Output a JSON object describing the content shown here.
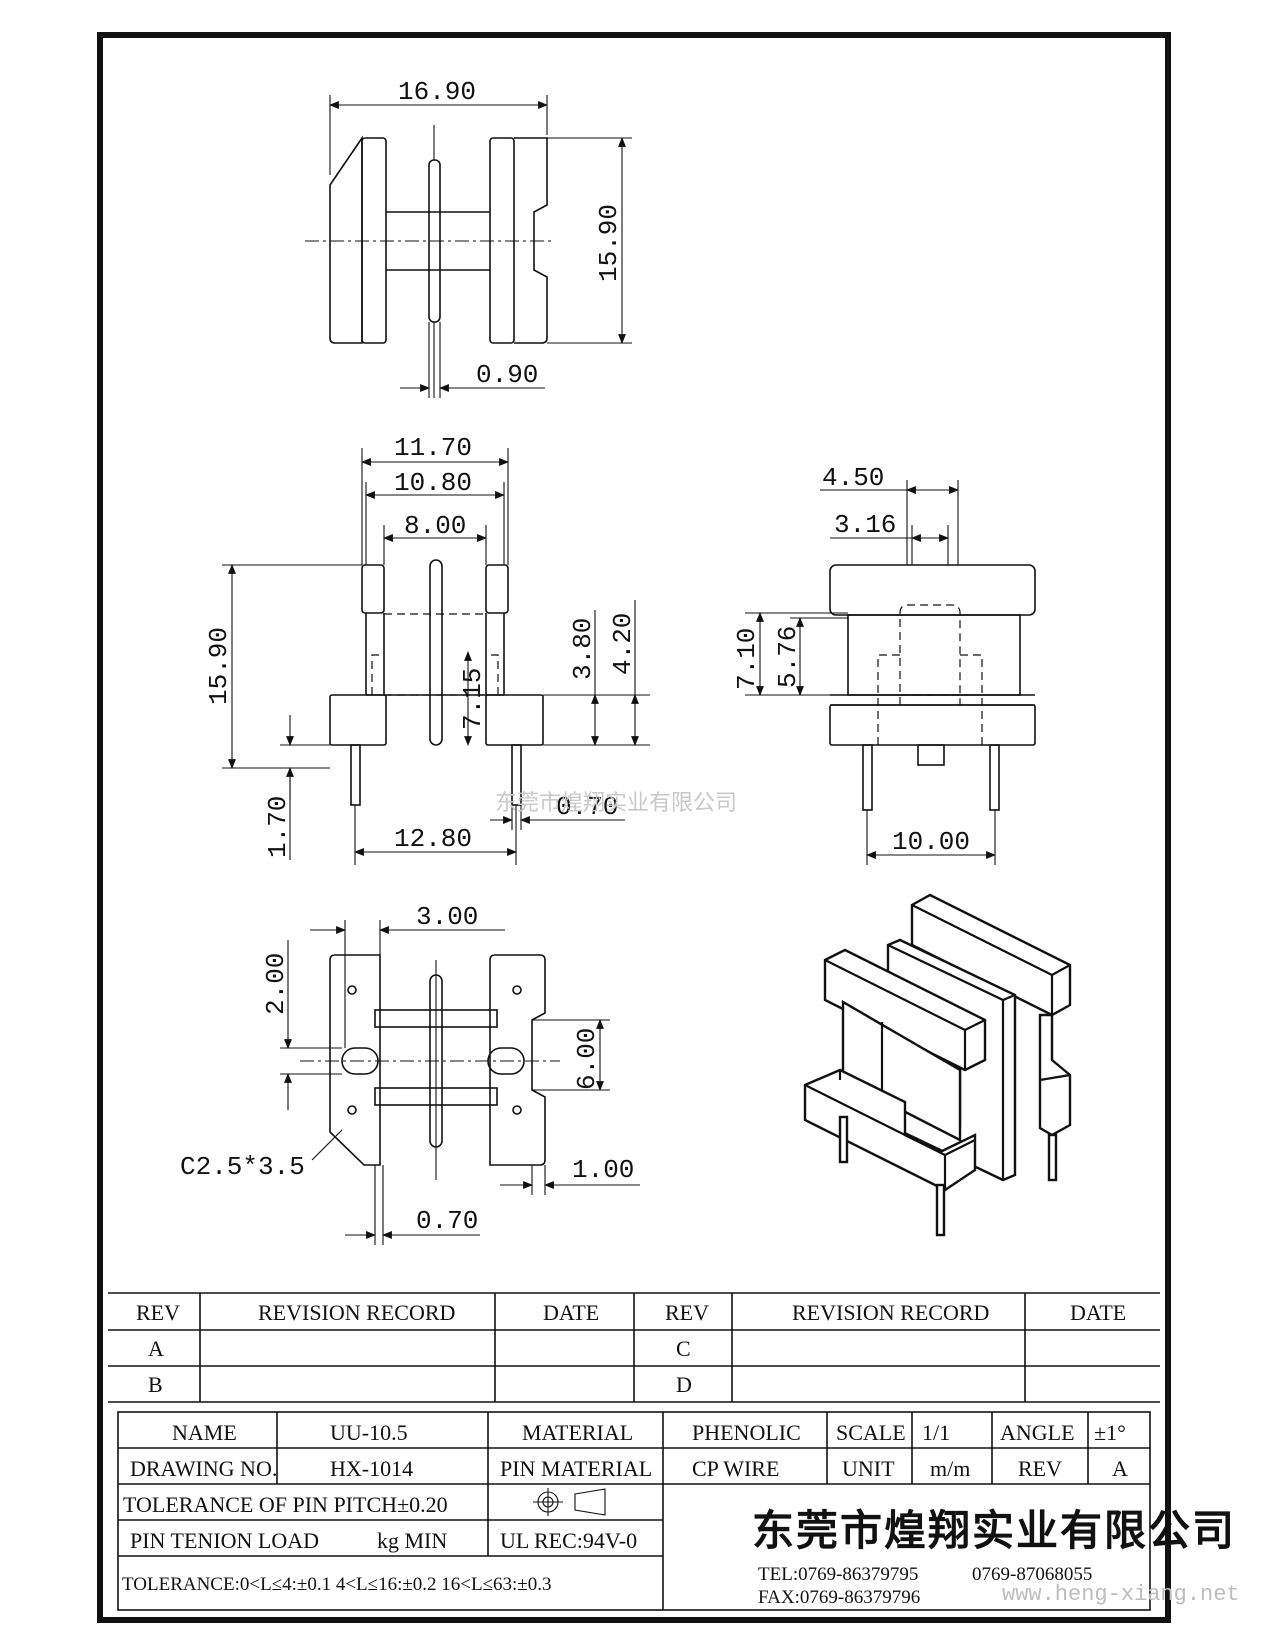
{
  "dimensions": {
    "top_width": "16.90",
    "top_height": "15.90",
    "top_pin": "0.90",
    "front_w1": "11.70",
    "front_w2": "10.80",
    "front_w3": "8.00",
    "front_height": "15.90",
    "front_h380": "3.80",
    "front_h420": "4.20",
    "front_h715": "7.15",
    "front_pin_len": "1.70",
    "front_pin_span": "12.80",
    "front_pin_w": "0.70",
    "side_450": "4.50",
    "side_316": "3.16",
    "side_710": "7.10",
    "side_576": "5.76",
    "side_pin_span": "10.00",
    "bottom_300": "3.00",
    "bottom_200": "2.00",
    "bottom_600": "6.00",
    "bottom_chamfer": "C2.5*3.5",
    "bottom_100": "1.00",
    "bottom_070": "0.70"
  },
  "watermark": {
    "center": "东莞市煌翔实业有限公司",
    "corner": "www.heng-xiang.net"
  },
  "revision_table": {
    "headers": [
      "REV",
      "REVISION RECORD",
      "DATE",
      "REV",
      "REVISION RECORD",
      "DATE"
    ],
    "rows": [
      [
        "A",
        "",
        "",
        "C",
        "",
        ""
      ],
      [
        "B",
        "",
        "",
        "D",
        "",
        ""
      ]
    ]
  },
  "title_block": {
    "name_label": "NAME",
    "name_value": "UU-10.5",
    "material_label": "MATERIAL",
    "material_value": "PHENOLIC",
    "scale_label": "SCALE",
    "scale_value": "1/1",
    "angle_label": "ANGLE",
    "angle_value": "±1°",
    "drawing_label": "DRAWING NO.",
    "drawing_value": "HX-1014",
    "pin_material_label": "PIN MATERIAL",
    "pin_material_value": "CP WIRE",
    "unit_label": "UNIT",
    "unit_value": "m/m",
    "rev_label": "REV",
    "rev_value": "A",
    "tolerance_pitch": "TOLERANCE OF PIN PITCH±0.20",
    "tenion_label": "PIN TENION LOAD",
    "tenion_value": "kg MIN",
    "ul": "UL REC:94V-0",
    "tolerance_general": "TOLERANCE:0<L≤4:±0.1  4<L≤16:±0.2  16<L≤63:±0.3",
    "company": "东莞市煌翔实业有限公司",
    "tel": "TEL:0769-86379795",
    "tel2": "0769-87068055",
    "fax": "FAX:0769-86379796"
  }
}
